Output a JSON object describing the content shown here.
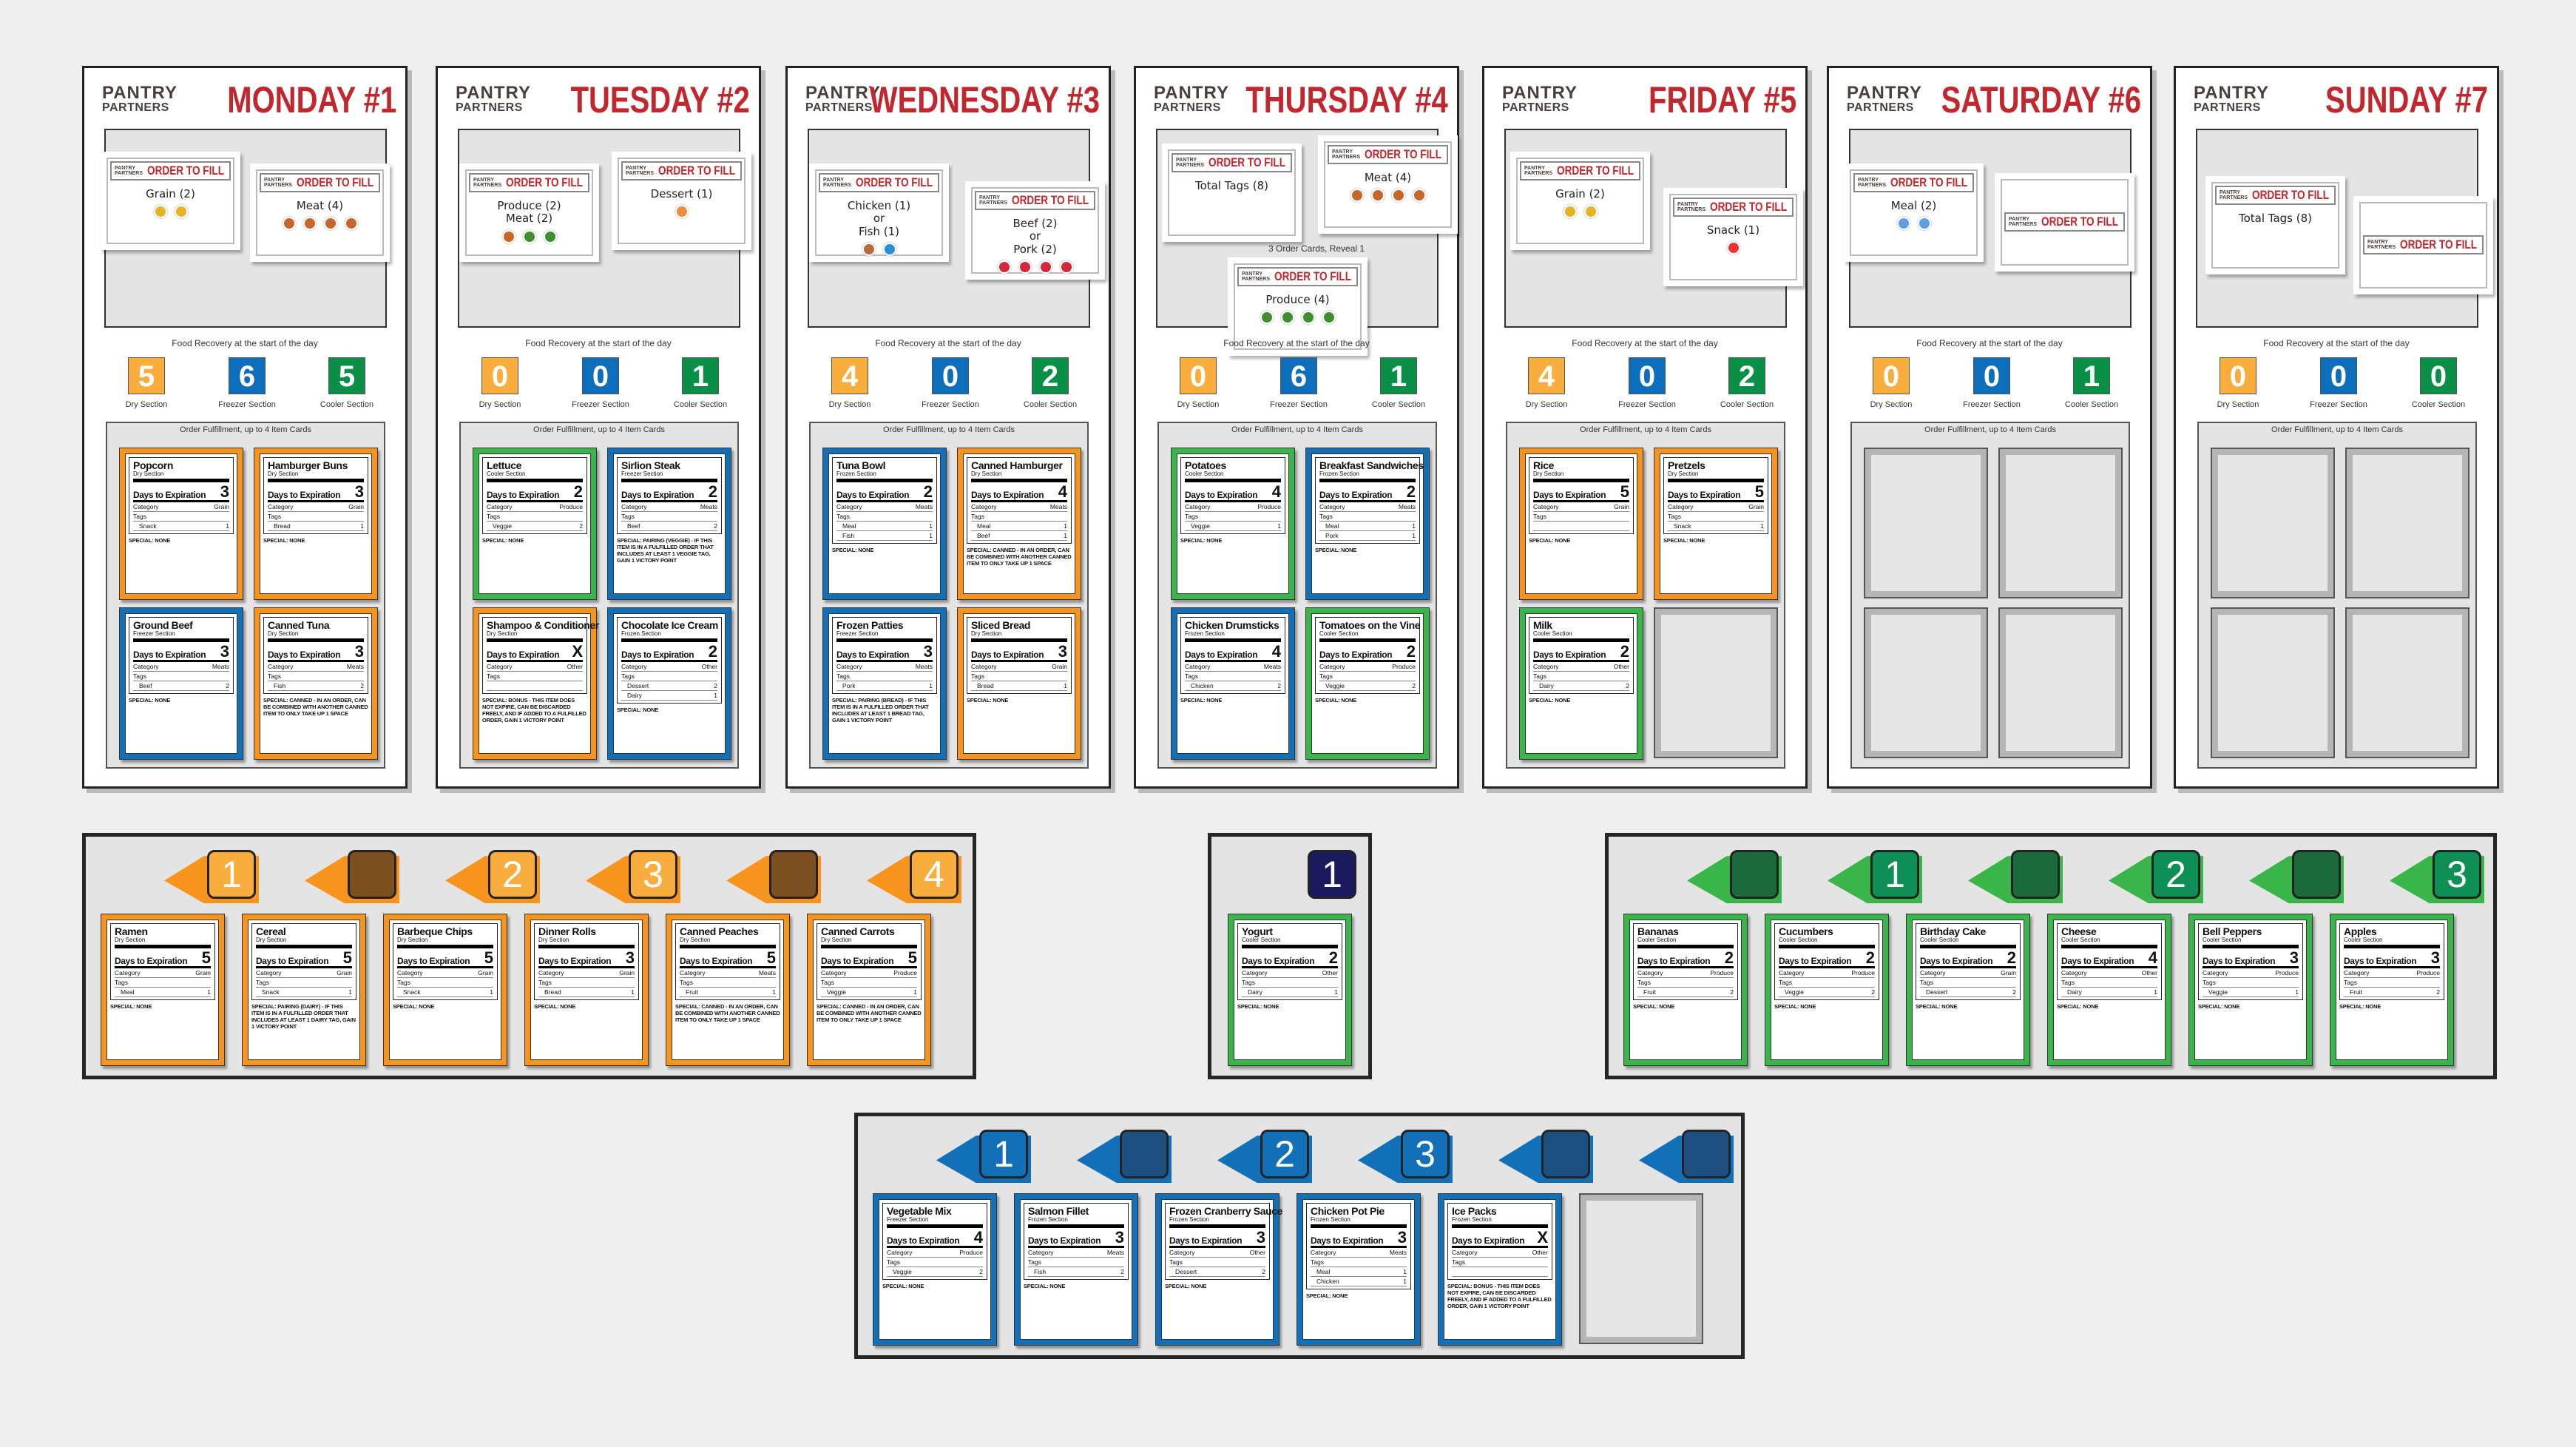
{
  "brand": {
    "line1": "PANTRY",
    "line2": "PARTNERS"
  },
  "labels": {
    "order_to_fill": "ORDER TO FILL",
    "food_recovery": "Food Recovery at the start of the day",
    "fulfillment": "Order Fulfillment, up to 4 Item Cards",
    "days_to_expiration": "Days to Expiration",
    "category": "Category",
    "tags": "Tags",
    "sections": [
      "Dry Section",
      "Freezer Section",
      "Cooler Section"
    ]
  },
  "colors": {
    "dry": "#f7941d",
    "freezer": "#1170b8",
    "cooler": "#39b54a",
    "title": "#c1272d",
    "rec_dry": "#f9ad3c",
    "rec_freezer": "#0d6fbb",
    "rec_cooler": "#0a8f47",
    "yogurt_token": "#1b1a5e"
  },
  "icon_colors": {
    "grain": "#e6b422",
    "meat": "#c8662a",
    "produce": "#3f8f2f",
    "dessert": "#f08a3c",
    "fish": "#2a8fd6",
    "beef": "#d6263a",
    "pork": "#d6263a",
    "chicken": "#b86a3c",
    "snack": "#e33",
    "meal": "#5aa0e0"
  },
  "days": [
    {
      "title": "MONDAY #1",
      "recovery": [
        5,
        6,
        5
      ],
      "orders": [
        {
          "lines": [
            "Grain (2)"
          ],
          "icons": [
            "grain",
            "grain"
          ]
        },
        {
          "lines": [
            "Meat (4)"
          ],
          "icons": [
            "meat",
            "meat",
            "meat",
            "meat"
          ]
        }
      ],
      "cards": [
        {
          "name": "Popcorn",
          "section": "Dry Section",
          "color": "dry",
          "days": "3",
          "category": "Grain",
          "tags": [
            [
              "Snack",
              "1"
            ]
          ],
          "special": "SPECIAL: NONE"
        },
        {
          "name": "Hamburger Buns",
          "section": "Dry Section",
          "color": "dry",
          "days": "3",
          "category": "Grain",
          "tags": [
            [
              "Bread",
              "1"
            ]
          ],
          "special": "SPECIAL: NONE"
        },
        {
          "name": "Ground Beef",
          "section": "Freezer Section",
          "color": "freezer",
          "days": "3",
          "category": "Meats",
          "tags": [
            [
              "Beef",
              "2"
            ]
          ],
          "special": "SPECIAL: NONE"
        },
        {
          "name": "Canned Tuna",
          "section": "Dry Section",
          "color": "dry",
          "days": "3",
          "category": "Meats",
          "tags": [
            [
              "Fish",
              "2"
            ]
          ],
          "special": "SPECIAL: CANNED - IN AN ORDER, CAN BE COMBINED WITH ANOTHER CANNED ITEM TO ONLY TAKE UP 1 SPACE"
        }
      ]
    },
    {
      "title": "TUESDAY #2",
      "recovery": [
        0,
        0,
        1
      ],
      "orders": [
        {
          "lines": [
            "Produce (2)",
            "Meat (2)"
          ],
          "icons": [
            "meat",
            "produce",
            "produce"
          ]
        },
        {
          "lines": [
            "Dessert (1)"
          ],
          "icons": [
            "dessert"
          ]
        }
      ],
      "cards": [
        {
          "name": "Lettuce",
          "section": "Cooler Section",
          "color": "cooler",
          "days": "2",
          "category": "Produce",
          "tags": [
            [
              "Veggie",
              "2"
            ]
          ],
          "special": "SPECIAL: NONE"
        },
        {
          "name": "Sirlion Steak",
          "section": "Freezer Section",
          "color": "freezer",
          "days": "2",
          "category": "Meats",
          "tags": [
            [
              "Beef",
              "2"
            ]
          ],
          "special": "SPECIAL: PAIRING (VEGGIE) - IF THIS ITEM IS IN A FULFILLED ORDER THAT INCLUDES AT LEAST 1 VEGGIE TAG, GAIN 1 VICTORY POINT"
        },
        {
          "name": "Shampoo & Conditioner",
          "section": "Dry Section",
          "color": "dry",
          "days": "X",
          "category": "Other",
          "tags": [],
          "special": "SPECIAL: BONUS - THIS ITEM DOES NOT EXPIRE, CAN BE DISCARDED FREELY, AND IF ADDED TO A FULFILLED ORDER, GAIN 1 VICTORY POINT"
        },
        {
          "name": "Chocolate Ice Cream",
          "section": "Frozen Section",
          "color": "freezer",
          "days": "2",
          "category": "Other",
          "tags": [
            [
              "Dessert",
              "2"
            ],
            [
              "Dairy",
              "1"
            ]
          ],
          "special": "SPECIAL: NONE"
        }
      ]
    },
    {
      "title": "WEDNESDAY #3",
      "recovery": [
        4,
        0,
        2
      ],
      "orders": [
        {
          "lines": [
            "Chicken (1)",
            "or",
            "Fish (1)"
          ],
          "icons": [
            "chicken",
            "fish"
          ]
        },
        {
          "lines": [
            "Beef (2)",
            "or",
            "Pork (2)"
          ],
          "icons": [
            "beef",
            "beef",
            "pork",
            "pork"
          ]
        }
      ],
      "cards": [
        {
          "name": "Tuna Bowl",
          "section": "Frozen Section",
          "color": "freezer",
          "days": "2",
          "category": "Meats",
          "tags": [
            [
              "Meal",
              "1"
            ],
            [
              "Fish",
              "1"
            ]
          ],
          "special": "SPECIAL: NONE"
        },
        {
          "name": "Canned Hamburger",
          "section": "Dry Section",
          "color": "dry",
          "days": "4",
          "category": "Meats",
          "tags": [
            [
              "Meal",
              "1"
            ],
            [
              "Beef",
              "1"
            ]
          ],
          "special": "SPECIAL: CANNED - IN AN ORDER, CAN BE COMBINED WITH ANOTHER CANNED ITEM TO ONLY TAKE UP 1 SPACE"
        },
        {
          "name": "Frozen Patties",
          "section": "Freezer Section",
          "color": "freezer",
          "days": "3",
          "category": "Meats",
          "tags": [
            [
              "Pork",
              "1"
            ]
          ],
          "special": "SPECIAL: PAIRING (BREAD) - IF THIS ITEM IS IN A FULFILLED ORDER THAT INCLUDES AT LEAST 1 BREAD TAG, GAIN 1 VICTORY POINT"
        },
        {
          "name": "Sliced Bread",
          "section": "Dry Section",
          "color": "dry",
          "days": "3",
          "category": "Grain",
          "tags": [
            [
              "Bread",
              "1"
            ]
          ],
          "special": "SPECIAL: NONE"
        }
      ]
    },
    {
      "title": "THURSDAY #4",
      "recovery": [
        0,
        6,
        1
      ],
      "note": "3 Order Cards, Reveal 1",
      "orders": [
        {
          "lines": [
            "Total Tags (8)"
          ],
          "icons": []
        },
        {
          "lines": [
            "Meat (4)"
          ],
          "icons": [
            "meat",
            "meat",
            "meat",
            "meat"
          ]
        },
        {
          "lines": [
            "Produce (4)"
          ],
          "icons": [
            "produce",
            "produce",
            "produce",
            "produce"
          ]
        }
      ],
      "cards": [
        {
          "name": "Potatoes",
          "section": "Cooler Section",
          "color": "cooler",
          "days": "4",
          "category": "Produce",
          "tags": [
            [
              "Veggie",
              "1"
            ]
          ],
          "special": "SPECIAL: NONE"
        },
        {
          "name": "Breakfast Sandwiches",
          "section": "Frozen Section",
          "color": "freezer",
          "days": "2",
          "category": "Meats",
          "tags": [
            [
              "Meal",
              "1"
            ],
            [
              "Pork",
              "1"
            ]
          ],
          "special": "SPECIAL: NONE"
        },
        {
          "name": "Chicken Drumsticks",
          "section": "Frozen Section",
          "color": "freezer",
          "days": "4",
          "category": "Meats",
          "tags": [
            [
              "Chicken",
              "2"
            ]
          ],
          "special": "SPECIAL: NONE"
        },
        {
          "name": "Tomatoes on the Vine",
          "section": "Cooler Section",
          "color": "cooler",
          "days": "2",
          "category": "Produce",
          "tags": [
            [
              "Veggie",
              "2"
            ]
          ],
          "special": "SPECIAL: NONE"
        }
      ]
    },
    {
      "title": "FRIDAY #5",
      "recovery": [
        4,
        0,
        2
      ],
      "orders": [
        {
          "lines": [
            "Grain (2)"
          ],
          "icons": [
            "grain",
            "grain"
          ]
        },
        {
          "lines": [
            "Snack (1)"
          ],
          "icons": [
            "snack"
          ]
        }
      ],
      "cards": [
        {
          "name": "Rice",
          "section": "Dry Section",
          "color": "dry",
          "days": "5",
          "category": "Grain",
          "tags": [],
          "special": "SPECIAL: NONE"
        },
        {
          "name": "Pretzels",
          "section": "Dry Section",
          "color": "dry",
          "days": "5",
          "category": "Grain",
          "tags": [
            [
              "Snack",
              "1"
            ]
          ],
          "special": "SPECIAL: NONE"
        },
        {
          "name": "Milk",
          "section": "Cooler Section",
          "color": "cooler",
          "days": "2",
          "category": "Other",
          "tags": [
            [
              "Dairy",
              "2"
            ]
          ],
          "special": "SPECIAL: NONE"
        }
      ]
    },
    {
      "title": "SATURDAY #6",
      "recovery": [
        0,
        0,
        1
      ],
      "orders": [
        {
          "lines": [
            "Meal (2)"
          ],
          "icons": [
            "meal",
            "meal"
          ]
        },
        {
          "lines": [],
          "icons": []
        }
      ],
      "cards": []
    },
    {
      "title": "SUNDAY #7",
      "recovery": [
        0,
        0,
        0
      ],
      "orders": [
        {
          "lines": [
            "Total Tags (8)"
          ],
          "icons": []
        },
        {
          "lines": [],
          "icons": []
        }
      ],
      "cards": []
    }
  ],
  "panels": [
    {
      "color": "dry",
      "markers": [
        "1",
        "",
        "2",
        "3",
        "",
        "4"
      ],
      "cards": [
        {
          "name": "Ramen",
          "section": "Dry Section",
          "color": "dry",
          "days": "5",
          "category": "Grain",
          "tags": [
            [
              "Meal",
              "1"
            ]
          ],
          "special": "SPECIAL: NONE"
        },
        {
          "name": "Cereal",
          "section": "Dry Section",
          "color": "dry",
          "days": "5",
          "category": "Grain",
          "tags": [
            [
              "Snack",
              "1"
            ]
          ],
          "special": "SPECIAL: PAIRING (DAIRY) - IF THIS ITEM IS IN A FULFILLED ORDER THAT INCLUDES AT LEAST 1 DAIRY TAG, GAIN 1 VICTORY POINT"
        },
        {
          "name": "Barbeque Chips",
          "section": "Dry Section",
          "color": "dry",
          "days": "5",
          "category": "Grain",
          "tags": [
            [
              "Snack",
              "1"
            ]
          ],
          "special": "SPECIAL: NONE"
        },
        {
          "name": "Dinner Rolls",
          "section": "Dry Section",
          "color": "dry",
          "days": "3",
          "category": "Grain",
          "tags": [
            [
              "Bread",
              "1"
            ]
          ],
          "special": "SPECIAL: NONE"
        },
        {
          "name": "Canned Peaches",
          "section": "Dry Section",
          "color": "dry",
          "days": "5",
          "category": "Meats",
          "tags": [
            [
              "Fruit",
              "1"
            ]
          ],
          "special": "SPECIAL: CANNED - IN AN ORDER, CAN BE COMBINED WITH ANOTHER CANNED ITEM TO ONLY TAKE UP 1 SPACE"
        },
        {
          "name": "Canned Carrots",
          "section": "Dry Section",
          "color": "dry",
          "days": "5",
          "category": "Produce",
          "tags": [
            [
              "Veggie",
              "1"
            ]
          ],
          "special": "SPECIAL: CANNED - IN AN ORDER, CAN BE COMBINED WITH ANOTHER CANNED ITEM TO ONLY TAKE UP 1 SPACE"
        }
      ]
    },
    {
      "color": "yogurt_token",
      "markers": [
        "1"
      ],
      "cards": [
        {
          "name": "Yogurt",
          "section": "Cooler Section",
          "color": "cooler",
          "days": "2",
          "category": "Other",
          "tags": [
            [
              "Dairy",
              "1"
            ]
          ],
          "special": "SPECIAL: NONE"
        }
      ]
    },
    {
      "color": "cooler",
      "markers": [
        "",
        "1",
        "",
        "2",
        "",
        "3"
      ],
      "cards": [
        {
          "name": "Bananas",
          "section": "Cooler Section",
          "color": "cooler",
          "days": "2",
          "category": "Produce",
          "tags": [
            [
              "Fruit",
              "2"
            ]
          ],
          "special": "SPECIAL: NONE"
        },
        {
          "name": "Cucumbers",
          "section": "Cooler Section",
          "color": "cooler",
          "days": "2",
          "category": "Produce",
          "tags": [
            [
              "Veggie",
              "2"
            ]
          ],
          "special": "SPECIAL: NONE"
        },
        {
          "name": "Birthday Cake",
          "section": "Cooler Section",
          "color": "cooler",
          "days": "2",
          "category": "Grain",
          "tags": [
            [
              "Dessert",
              "2"
            ]
          ],
          "special": "SPECIAL: NONE"
        },
        {
          "name": "Cheese",
          "section": "Cooler Section",
          "color": "cooler",
          "days": "4",
          "category": "Other",
          "tags": [
            [
              "Dairy",
              "1"
            ]
          ],
          "special": "SPECIAL: NONE"
        },
        {
          "name": "Bell Peppers",
          "section": "Cooler Section",
          "color": "cooler",
          "days": "3",
          "category": "Produce",
          "tags": [
            [
              "Veggie",
              "1"
            ]
          ],
          "special": "SPECIAL: NONE"
        },
        {
          "name": "Apples",
          "section": "Cooler Section",
          "color": "cooler",
          "days": "3",
          "category": "Produce",
          "tags": [
            [
              "Fruit",
              "2"
            ]
          ],
          "special": "SPECIAL: NONE"
        }
      ]
    },
    {
      "color": "freezer",
      "markers": [
        "1",
        "",
        "2",
        "3",
        "",
        ""
      ],
      "cards": [
        {
          "name": "Vegetable Mix",
          "section": "Freezer Section",
          "color": "freezer",
          "days": "4",
          "category": "Produce",
          "tags": [
            [
              "Veggie",
              "2"
            ]
          ],
          "special": "SPECIAL: NONE"
        },
        {
          "name": "Salmon Fillet",
          "section": "Frozen Section",
          "color": "freezer",
          "days": "3",
          "category": "Meats",
          "tags": [
            [
              "Fish",
              "2"
            ]
          ],
          "special": "SPECIAL: NONE"
        },
        {
          "name": "Frozen Cranberry Sauce",
          "section": "Frozen Section",
          "color": "freezer",
          "days": "3",
          "category": "Other",
          "tags": [
            [
              "Dessert",
              "2"
            ]
          ],
          "special": "SPECIAL: NONE"
        },
        {
          "name": "Chicken Pot Pie",
          "section": "Frozen Section",
          "color": "freezer",
          "days": "3",
          "category": "Meats",
          "tags": [
            [
              "Meal",
              "1"
            ],
            [
              "Chicken",
              "1"
            ]
          ],
          "special": "SPECIAL: NONE"
        },
        {
          "name": "Ice Packs",
          "section": "Frozen Section",
          "color": "freezer",
          "days": "X",
          "category": "Other",
          "tags": [],
          "special": "SPECIAL: BONUS - THIS ITEM DOES NOT EXPIRE, CAN BE DISCARDED FREELY, AND IF ADDED TO A FULFILLED ORDER, GAIN 1 VICTORY POINT"
        }
      ]
    }
  ]
}
